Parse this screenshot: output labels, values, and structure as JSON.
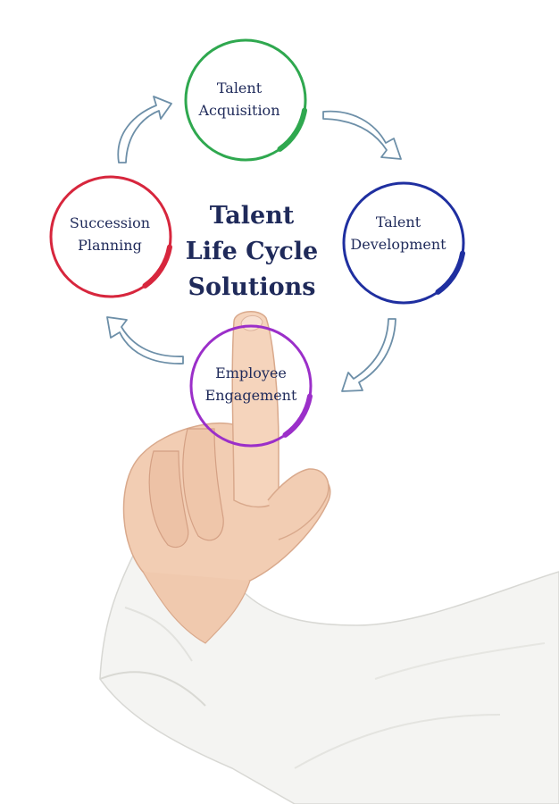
{
  "diagram": {
    "center_title": [
      "Talent",
      "Life Cycle",
      "Solutions"
    ],
    "nodes": [
      {
        "id": "acquisition",
        "lines": [
          "Talent",
          "Acquisition"
        ],
        "color": "#2fa84f"
      },
      {
        "id": "development",
        "lines": [
          "Talent",
          "Development"
        ],
        "color": "#1f2fa0"
      },
      {
        "id": "engagement",
        "lines": [
          "Employee",
          "Engagement"
        ],
        "color": "#9b2fc9"
      },
      {
        "id": "succession",
        "lines": [
          "Succession",
          "Planning"
        ],
        "color": "#d7263d"
      }
    ],
    "text_color": "#1f2a5a",
    "arrow_color": "#6d8fa8"
  }
}
